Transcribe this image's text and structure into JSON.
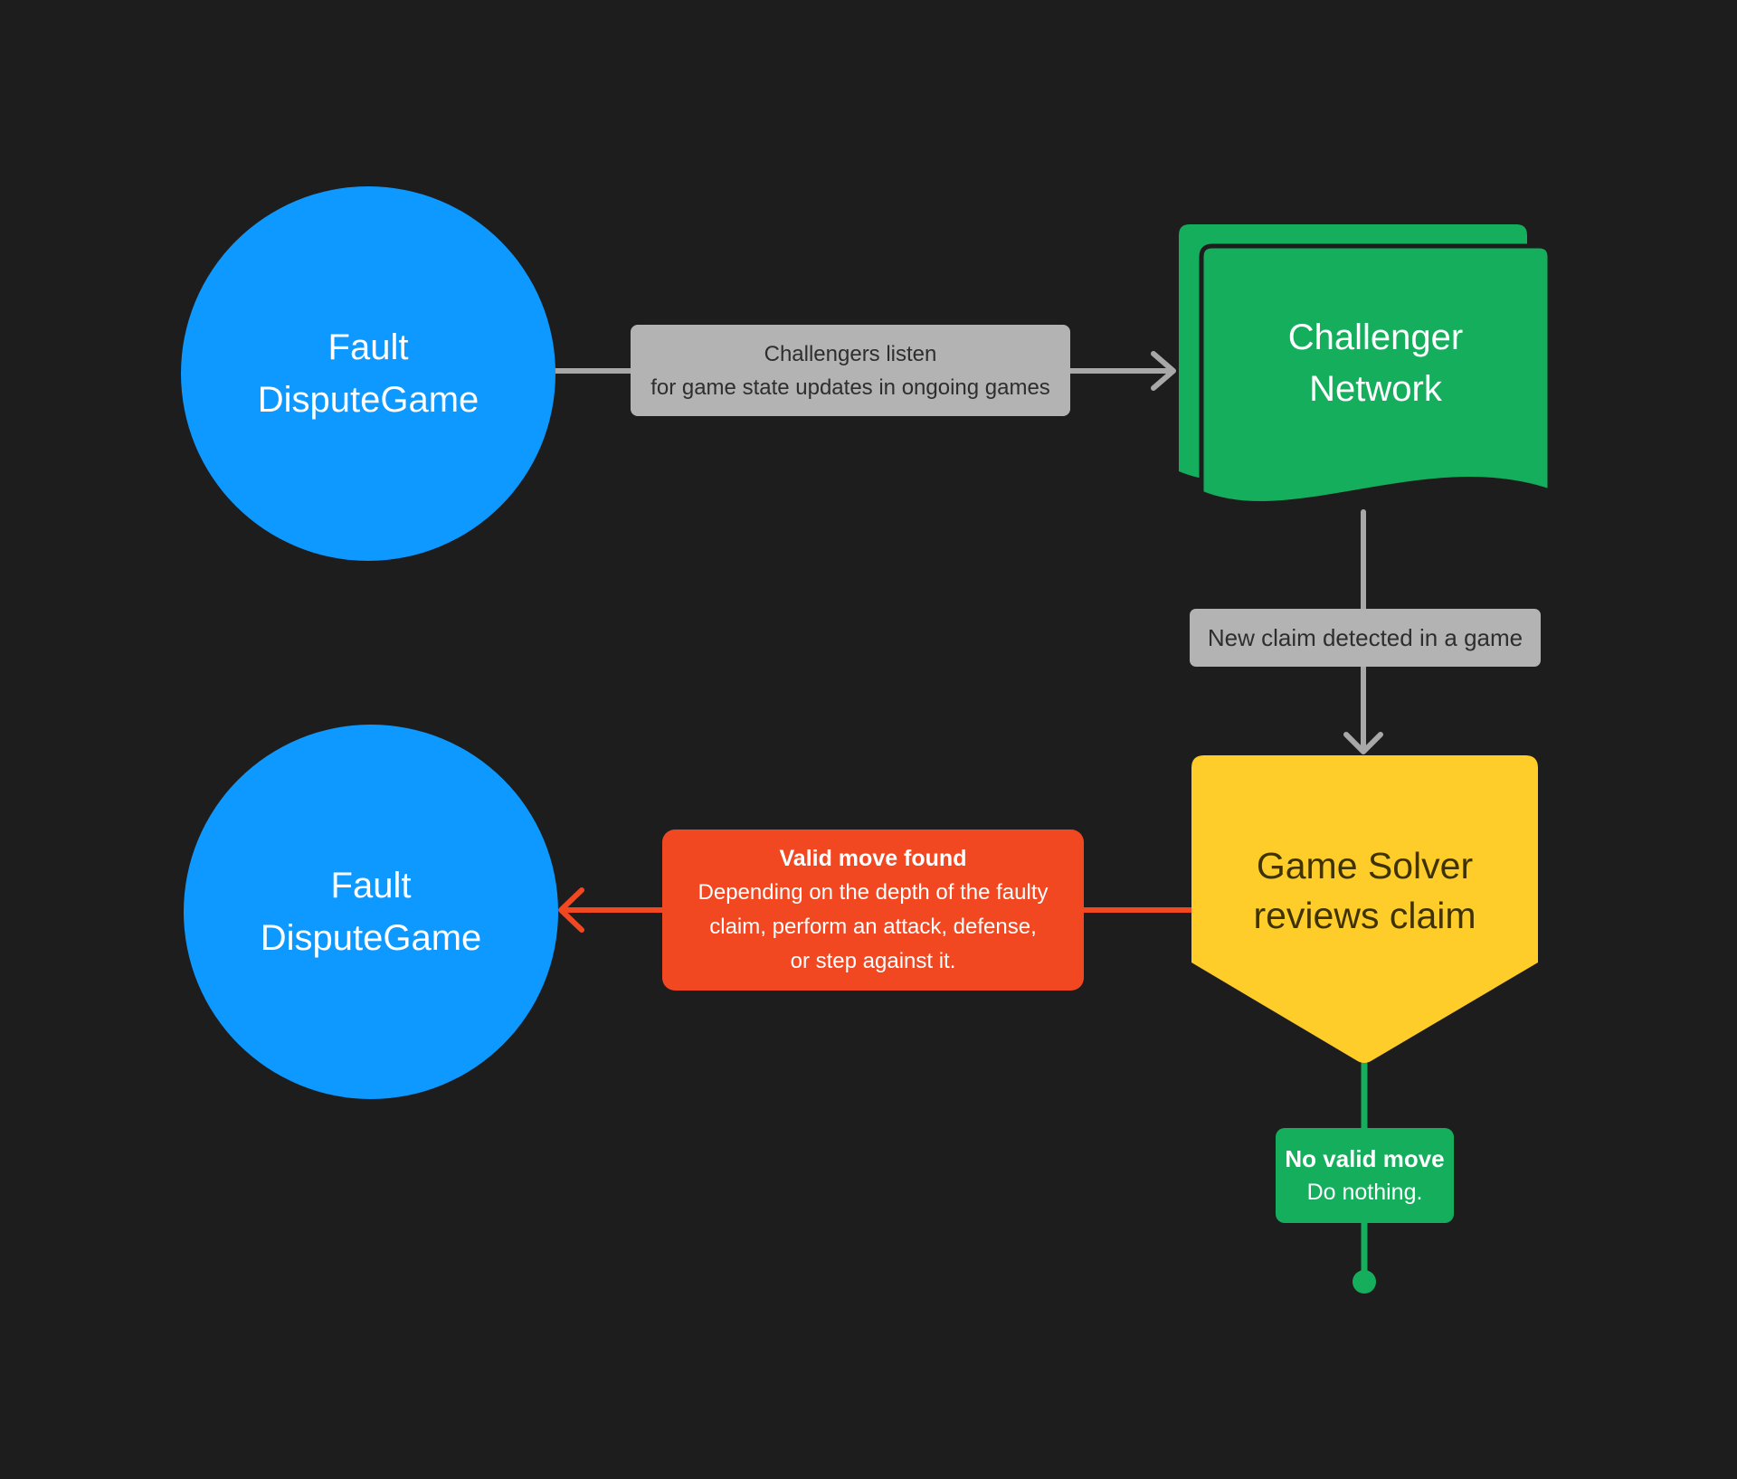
{
  "colors": {
    "background": "#1D1D1D",
    "node_blue": "#0D99FF",
    "node_green": "#14AE5C",
    "node_yellow": "#FFCD29",
    "callout_red": "#F24822",
    "label_gray_box": "#B3B3B3",
    "connector_gray": "#A8A8A8",
    "gray_box_text": "#2E2E2E",
    "yellow_text": "#3E3300",
    "white_text": "#FFFFFF"
  },
  "nodes": {
    "circle_top": {
      "line1": "Fault",
      "line2": "DisputeGame"
    },
    "circle_bottom": {
      "line1": "Fault",
      "line2": "DisputeGame"
    },
    "challenger_network": {
      "line1": "Challenger",
      "line2": "Network"
    },
    "game_solver": {
      "line1": "Game Solver",
      "line2": "reviews claim"
    }
  },
  "labels": {
    "listen": {
      "line1": "Challengers listen",
      "line2": "for game state updates in ongoing games"
    },
    "new_claim": "New claim detected in a game"
  },
  "callouts": {
    "valid_move": {
      "title": "Valid move found",
      "line1": "Depending on the depth of the faulty",
      "line2": "claim, perform an attack, defense,",
      "line3": "or step against it."
    },
    "no_valid_move": {
      "title": "No valid move",
      "body": "Do nothing."
    }
  }
}
